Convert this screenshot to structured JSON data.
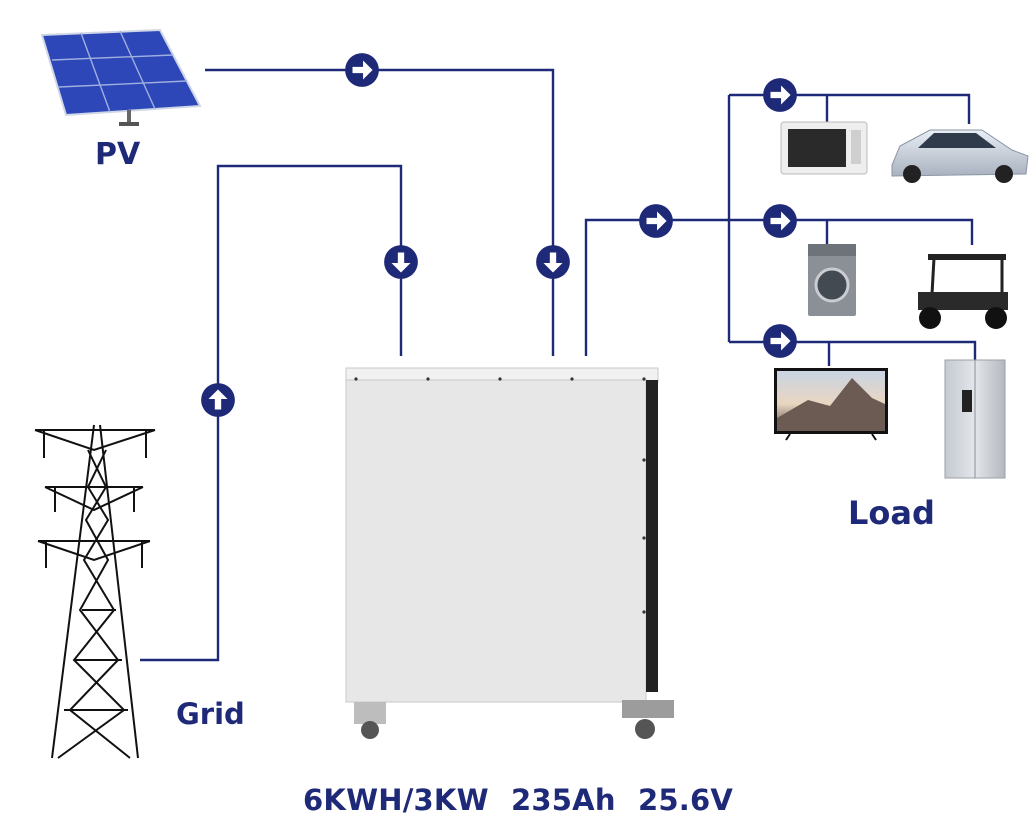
{
  "labels": {
    "pv": "PV",
    "grid": "Grid",
    "load": "Load",
    "spec": "6KWH/3KW 235Ah 25.6V"
  },
  "colors": {
    "line": "#1e2a78",
    "arrow_bg": "#1e2a78",
    "arrow_fg": "#ffffff",
    "cabinet": "#e7e7e7",
    "cabinet_side": "#222222"
  },
  "icons": {
    "pv": "solar-panel-icon",
    "grid": "power-tower-icon",
    "storage": "battery-cabinet-icon",
    "loads": [
      "microwave-icon",
      "car-icon",
      "washing-machine-icon",
      "golf-cart-icon",
      "television-icon",
      "refrigerator-icon"
    ]
  }
}
